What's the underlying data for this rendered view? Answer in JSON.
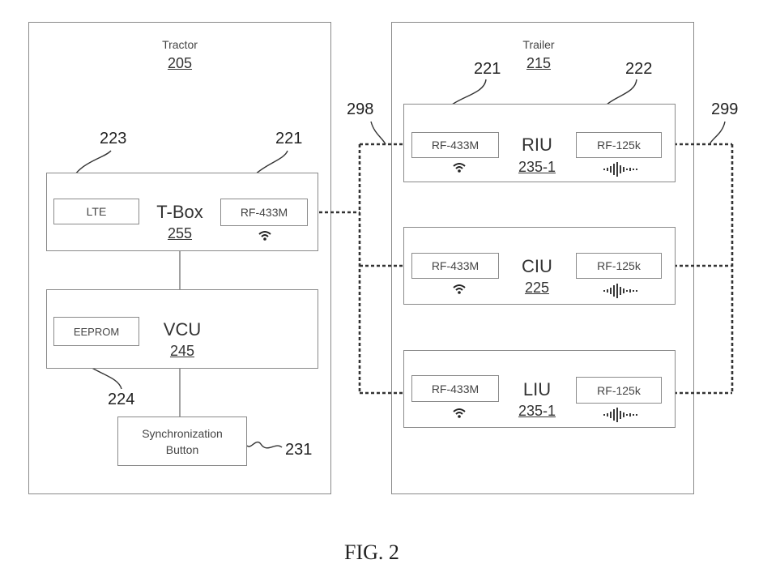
{
  "tractor": {
    "title": "Tractor",
    "ref": "205",
    "tbox": {
      "title": "T-Box",
      "ref": "255",
      "lte_label": "LTE",
      "rf_label": "RF-433M"
    },
    "vcu": {
      "title": "VCU",
      "ref": "245",
      "eeprom_label": "EEPROM"
    },
    "sync_button": {
      "line1": "Synchronization",
      "line2": "Button"
    }
  },
  "trailer": {
    "title": "Trailer",
    "ref": "215",
    "units": [
      {
        "name": "RIU",
        "ref": "235-1",
        "rf433_label": "RF-433M",
        "rf125_label": "RF-125k"
      },
      {
        "name": "CIU",
        "ref": "225",
        "rf433_label": "RF-433M",
        "rf125_label": "RF-125k"
      },
      {
        "name": "LIU",
        "ref": "235-1",
        "rf433_label": "RF-433M",
        "rf125_label": "RF-125k"
      }
    ]
  },
  "ref_numbers": {
    "lte": "223",
    "tbox_rf": "221",
    "eeprom": "224",
    "sync": "231",
    "riu_rf433": "221",
    "riu_rf125": "222",
    "bus_left": "298",
    "bus_right": "299"
  },
  "caption": "FIG. 2",
  "icons": {
    "wireless": "wifi-icon",
    "lf_antenna": "lf-signal-icon"
  }
}
